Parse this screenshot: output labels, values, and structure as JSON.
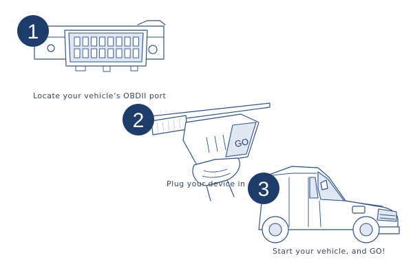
{
  "steps": [
    {
      "number": "1",
      "caption": "Locate your vehicle’s OBDII port"
    },
    {
      "number": "2",
      "caption": "Plug your device in"
    },
    {
      "number": "3",
      "caption": "Start your vehicle, and GO!"
    }
  ],
  "device": {
    "label": "GO"
  },
  "colors": {
    "badge": "#1c3d6a",
    "line": "#2d4f7e",
    "caption": "#3a4452"
  }
}
